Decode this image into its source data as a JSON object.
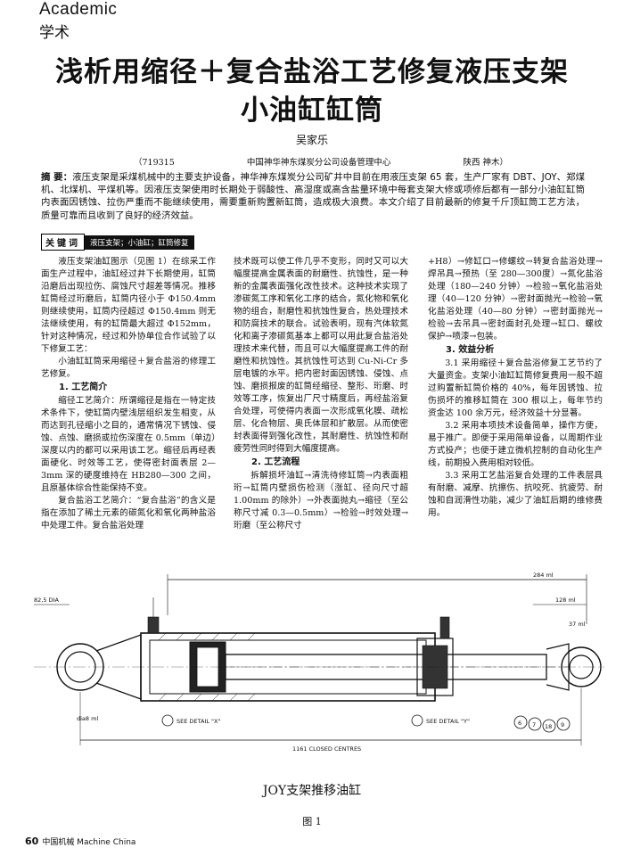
{
  "header": {
    "section_en": "Academic",
    "section_cn": "学术"
  },
  "title": {
    "line1": "浅析用缩径＋复合盐浴工艺修复液压支架",
    "line2": "小油缸缸筒"
  },
  "author": "吴家乐",
  "affiliation": {
    "code": "（719315",
    "org": "中国神华神东煤炭分公司设备管理中心",
    "place": "陕西  神木）"
  },
  "abstract": {
    "label": "摘  要：",
    "text": "液压支架是采煤机械中的主要支护设备，神华神东煤炭分公司矿井中目前在用液压支架 65 套，生产厂家有 DBT、JOY、郑煤机、北煤机、平煤机等。因液压支架使用时长期处于弱酸性、高湿度或高含盐量环境中每套支架大修或项修后都有一部分小油缸缸筒内表面因锈蚀、拉伤严重而不能继续使用，需要重新购置新缸筒，造成极大浪费。本文介绍了目前最新的修复千斤顶缸筒工艺方法，质量可靠而且收到了良好的经济效益。"
  },
  "keywords": {
    "label": "关键词",
    "text": "液压支架；小油缸；缸筒修复"
  },
  "col1": {
    "p1": "液压支架油缸图示（见图 1）在综采工作面生产过程中，油缸经过井下长期使用，缸筒沿磨后出现拉伤、腐蚀尺寸超差等情况。推移缸筒经过珩磨后，缸筒内径小于 Φ150.4mm 则继续使用，缸筒内径超过 Φ150.4mm 则无法继续使用，有的缸筒最大超过 Φ152mm，针对这种情况，经过和外协单位合作试验了以下修复工艺：",
    "p2": "小油缸缸筒采用缩径＋复合盐浴的修理工艺修复。",
    "h1": "1. 工艺简介",
    "p3": "缩径工艺简介：所谓缩径是指在一特定技术条件下，使缸筒内壁浅层组织发生相变，从而达到孔径缩小之目的，通常情况下锈蚀、侵蚀、点蚀、磨损或拉伤深度在 0.5mm（单边）深度以内的都可以采用该工艺。缩径后再经表面硬化、时效等工艺，使得密封面表层 2—3mm 深的硬度维持在 HB280—300 之间，且原基体综合性能保持不变。",
    "p4": "复合盐浴工艺简介：“复合盐浴”的含义是指在添加了稀土元素的碳氮化和氧化两种盐浴中处理工件。复合盐浴处理"
  },
  "col2": {
    "p1": "技术既可以使工件几乎不变形，同时又可以大幅度提高金属表面的耐磨性、抗蚀性，是一种新的金属表面强化改性技术。这种技术实现了渗碳氮工序和氧化工序的结合，氮化物和氧化物的组合，耐磨性和抗蚀性复合，热处理技术和防腐技术的联合。试验表明，现有汽体软氮化和离子渗碳氮基本上都可以用此复合盐浴处理技术来代替，而且可以大幅度提高工件的耐磨性和抗蚀性。其抗蚀性可达到 Cu-Ni-Cr 多层电镀的水平。把内密封面因锈蚀、侵蚀、点蚀、磨损报废的缸筒经缩径、整形、珩磨、时效等工序，恢复出厂尺寸精度后，再经盐浴复合处理，可使得内表面一次形成氧化膜、疏松层、化合物层、奥氏体层和扩散层。从而使密封表面得到强化改性，其耐磨性、抗蚀性和耐疲劳性同时得到大幅度提高。",
    "h1": "2. 工艺流程",
    "p2": "拆解损坏油缸→清洗待修缸筒→内表面粗珩→缸筒内壁损伤检测（涨缸、径向尺寸超 1.00mm 的除外）→外表面抛丸→缩径（至公称尺寸减 0.3—0.5mm）→检验→时效处理→珩磨（至公称尺寸"
  },
  "col3": {
    "p1": "+H8）→修缸口→修螺纹→转复合盐浴处理→焊吊具→预热（至 280—300度）→氮化盐浴处理（180—240 分钟）→检验→氧化盐浴处理（40—120 分钟）→密封面抛光→检验→氧化盐浴处理（40—80 分钟）→密封面抛光→检验→去吊具→密封面封孔处理→缸口、螺纹保护→喷漆→包装。",
    "h1": "3. 效益分析",
    "p2": "3.1 采用缩径＋复合盐浴修复工艺节约了大量资金。支架小油缸缸筒修复费用一般不超过购置新缸筒价格的 40%，每年因锈蚀、拉伤损坏的推移缸筒在 300 根以上，每年节约资金达 100 余万元，经济效益十分显著。",
    "p3": "3.2 采用本项技术设备简单，操作方便，易于推广。即便于采用简单设备，以周期作业方式投产；也便于建立微机控制的自动化生产线，前期投入费用相对较低。",
    "p4": "3.3 采用工艺盐浴复合处理的工件表层具有耐磨、减摩、抗擦伤、抗咬死、抗疲劳、耐蚀和自润滑性功能，减少了油缸后期的维修费用。"
  },
  "figure": {
    "caption": "JOY支架推移油缸",
    "number": "图 1",
    "labels": {
      "dim_top": "284 ml",
      "dim_right1": "128 ml",
      "dim_right2": "37 ml",
      "dim_left": "82,5 DIA",
      "dim_bottom": "1161 CLOSED CENTRES",
      "detail_left": "SEE DETAIL \"X\"",
      "detail_right": "SEE DETAIL \"Y\"",
      "dia_label": "dia8 ml",
      "balloons": [
        "6",
        "7",
        "18",
        "9"
      ]
    }
  },
  "footer": {
    "page": "60",
    "journal": "中国机械 Machine China"
  }
}
